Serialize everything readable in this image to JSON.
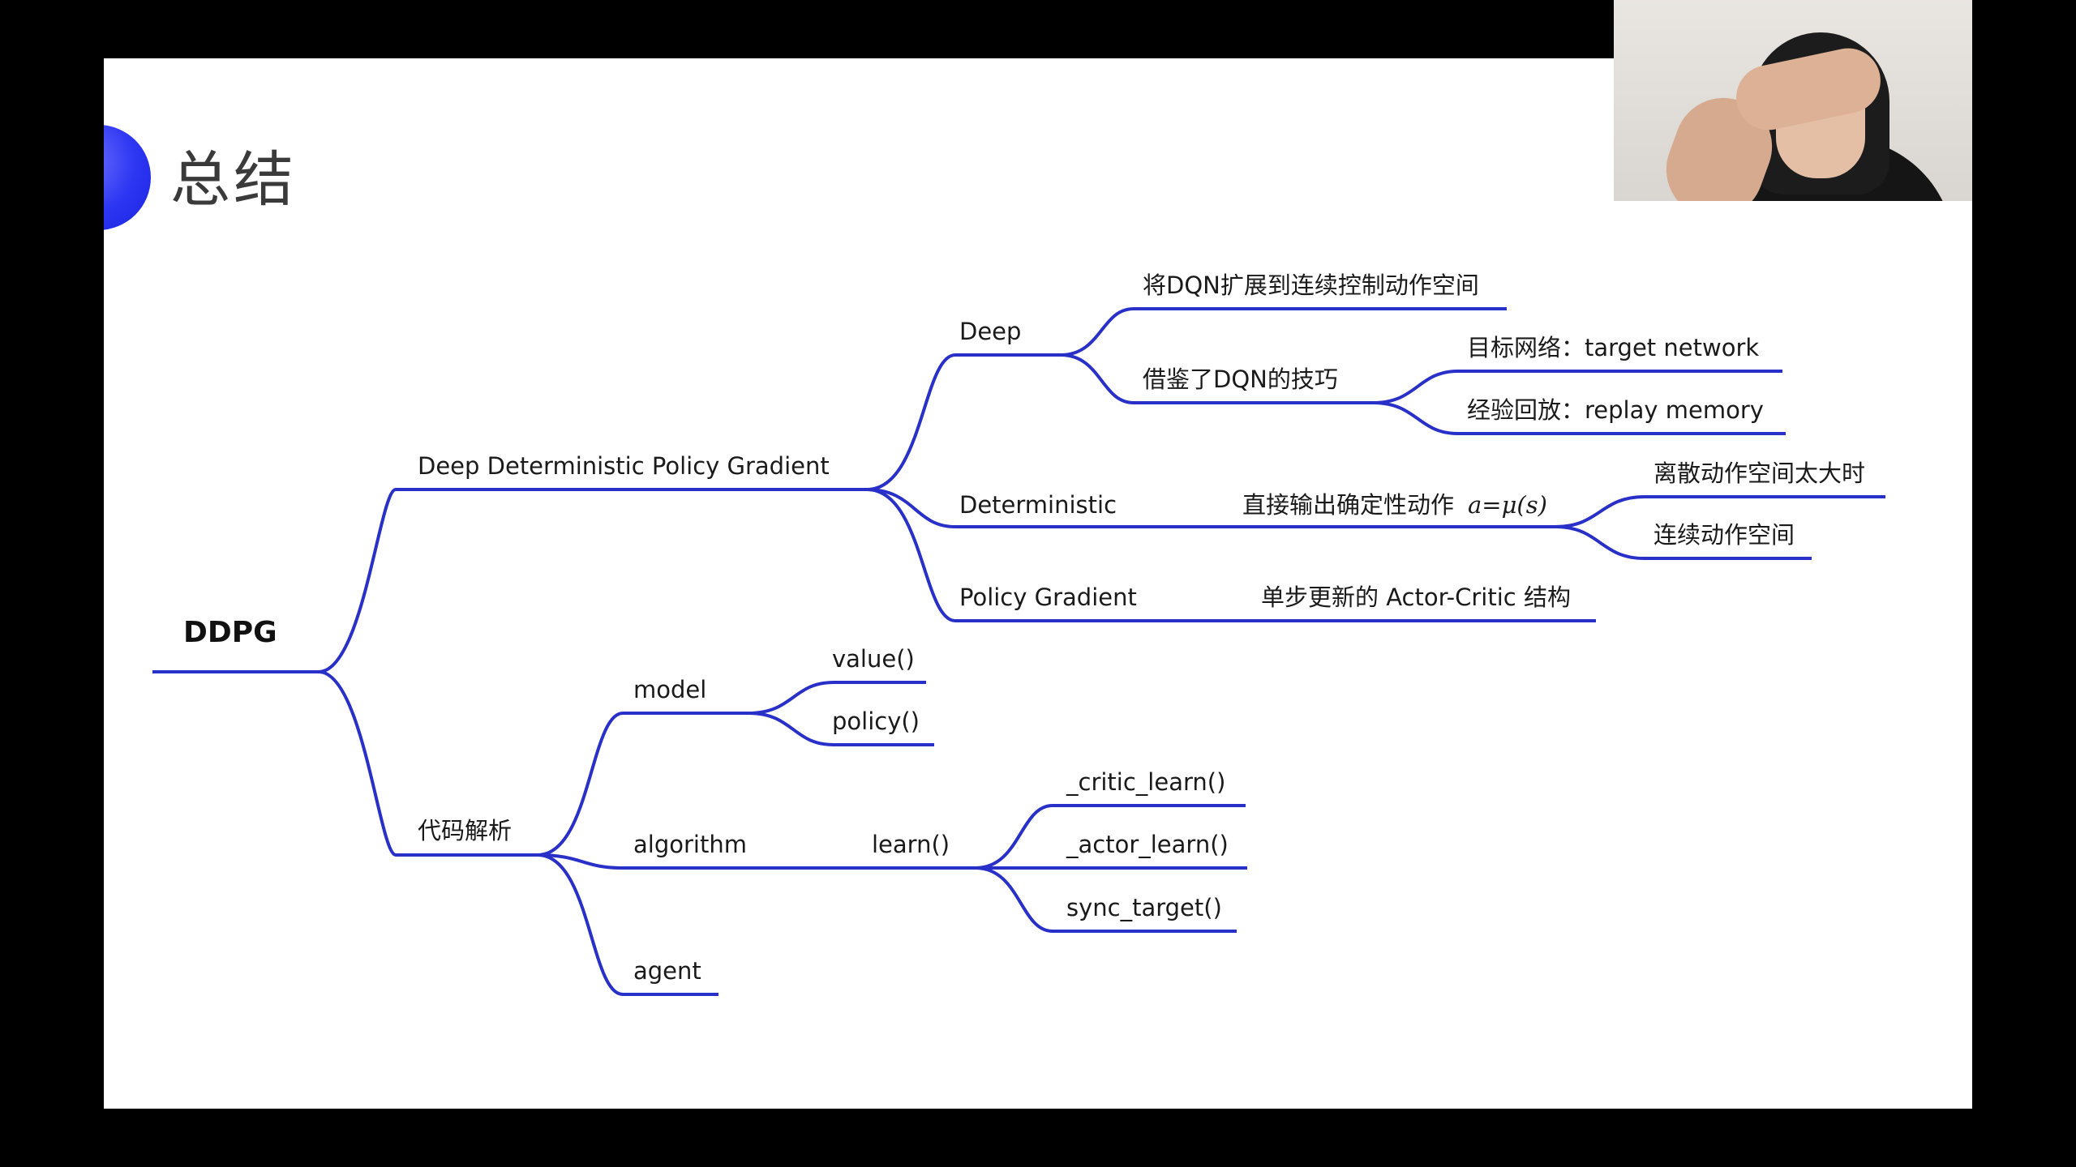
{
  "slide": {
    "title": "总结"
  },
  "mindmap": {
    "root": "DDPG",
    "ddpg_full": "Deep Deterministic Policy Gradient",
    "deep": "Deep",
    "deep_item1": "将DQN扩展到连续控制动作空间",
    "deep_item2": "借鉴了DQN的技巧",
    "trick1": "目标网络：target network",
    "trick2": "经验回放：replay memory",
    "deterministic": "Deterministic",
    "det_desc": "直接输出确定性动作",
    "det_formula": "a=μ(s)",
    "det_item1": "离散动作空间太大时",
    "det_item2": "连续动作空间",
    "policy_gradient": "Policy Gradient",
    "pg_desc": "单步更新的 Actor-Critic 结构",
    "code": "代码解析",
    "model": "model",
    "value": "value()",
    "policy": "policy()",
    "algorithm": "algorithm",
    "learn": "learn()",
    "critic_learn": "_critic_learn()",
    "actor_learn": "_actor_learn()",
    "sync_target": "sync_target()",
    "agent": "agent"
  },
  "colors": {
    "branch_line": "#2830c8",
    "accent": "#2d36f2",
    "background": "#000000",
    "slide": "#ffffff"
  }
}
